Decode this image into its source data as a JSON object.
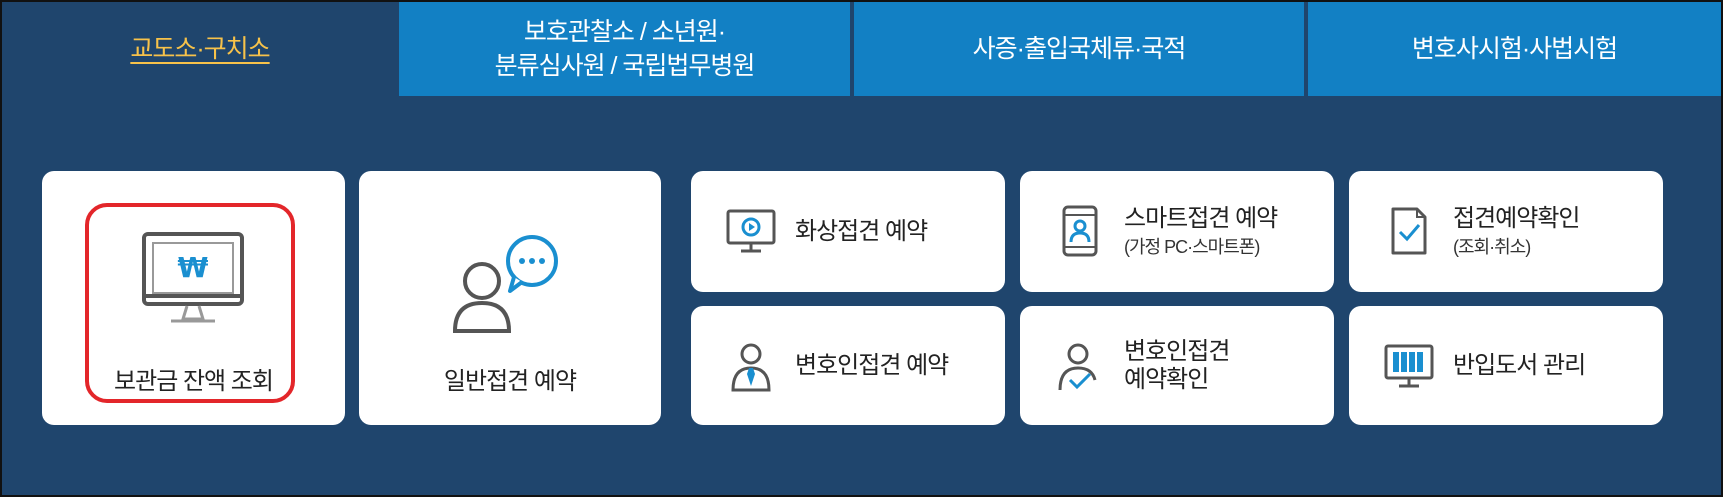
{
  "tabs": [
    {
      "line1": "교도소·구치소",
      "line2": ""
    },
    {
      "line1": "보호관찰소 / 소년원·",
      "line2": "분류심사원 / 국립법무병원"
    },
    {
      "line1": "사증·출입국체류·국적",
      "line2": ""
    },
    {
      "line1": "변호사시험·사법시험",
      "line2": ""
    }
  ],
  "cards": {
    "deposit_balance": {
      "label": "보관금 잔액 조회",
      "icon": "monitor-won-icon"
    },
    "general_visit": {
      "label": "일반접견 예약",
      "icon": "person-chat-icon"
    },
    "video_visit": {
      "label": "화상접견 예약",
      "icon": "video-monitor-icon"
    },
    "smart_visit": {
      "label": "스마트접견 예약",
      "sub": "(가정 PC·스마트폰)",
      "icon": "tablet-person-icon"
    },
    "visit_confirm": {
      "label": "접견예약확인",
      "sub": "(조회·취소)",
      "icon": "document-check-icon"
    },
    "lawyer_visit": {
      "label": "변호인접견 예약",
      "icon": "lawyer-icon"
    },
    "lawyer_visit_confirm": {
      "label1": "변호인접견",
      "label2": "예약확인",
      "icon": "person-check-icon"
    },
    "book_mgmt": {
      "label": "반입도서 관리",
      "icon": "books-monitor-icon"
    }
  },
  "colors": {
    "background": "#1f456d",
    "tab_blue": "#1280c4",
    "active_tab_text": "#f7c24a",
    "highlight": "#e3262a",
    "icon_accent": "#1a8fd0"
  }
}
